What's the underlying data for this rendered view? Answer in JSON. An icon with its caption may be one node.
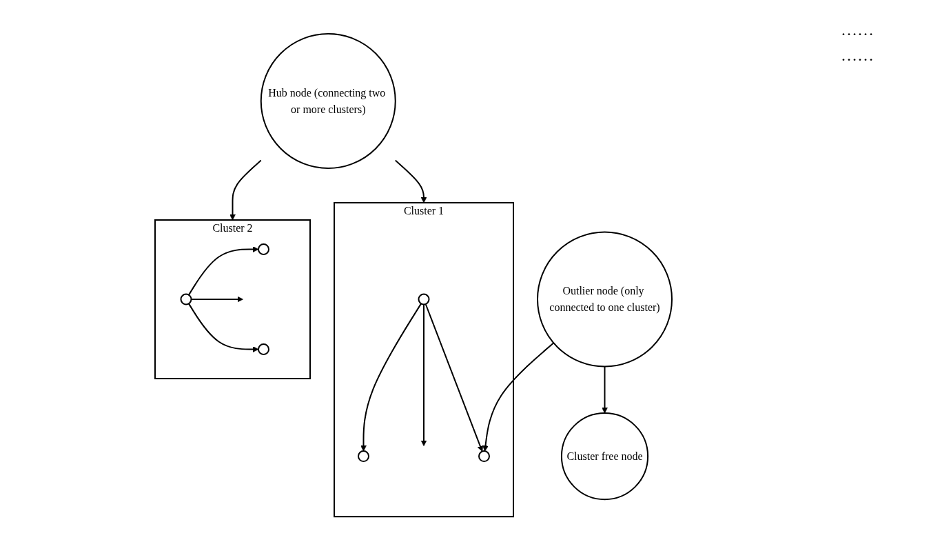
{
  "diagram": {
    "nodes": [
      {
        "text": [
          "Cluster free node"
        ]
      },
      {
        "text": [
          "Hub node (connecting two or more clusters)"
        ]
      },
      {
        "text": [
          "Cluster 1"
        ]
      },
      {
        "text": [],
        "shape": "circle",
        "in": 2
      },
      {
        "text": [],
        "shape": "circle",
        "in": 2
      },
      {
        "text": [],
        "shape": "circle",
        "in": 2
      },
      {
        "text": [
          "Cluster 2"
        ]
      },
      {
        "text": [],
        "shape": "circle",
        "in": 6
      },
      {
        "text": [],
        "shape": "circle",
        "in": 6
      },
      {
        "text": [],
        "shape": "circle",
        "in": 6
      },
      {
        "text": [
          "Outlier node (only connected to one cluster)"
        ]
      }
    ],
    "edges": [
      {
        "from": 10,
        "to": 0,
        "arrow": "to"
      },
      {
        "from": 1,
        "to": 2,
        "arrow": "to"
      },
      {
        "from": 1,
        "to": 6,
        "arrow": "to"
      },
      {
        "from": 3,
        "to": 4,
        "arrow": "to"
      },
      {
        "from": 3,
        "to": null,
        "arrow": "to"
      },
      {
        "from": 3,
        "to": 5,
        "arrow": "to"
      },
      {
        "from": 7,
        "to": 8,
        "arrow": "to"
      },
      {
        "from": 7,
        "to": null,
        "arrow": "to"
      },
      {
        "from": 7,
        "to": 9,
        "arrow": "to"
      },
      {
        "from": 10,
        "to": 4,
        "arrow": "to"
      }
    ],
    "labels": [
      "……",
      "……"
    ]
  }
}
